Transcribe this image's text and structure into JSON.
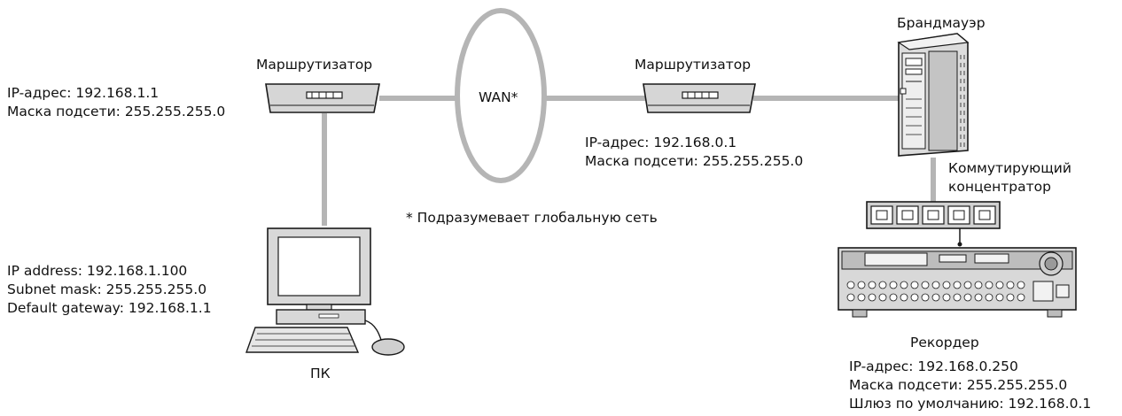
{
  "router_left": {
    "label": "Маршрутизатор",
    "ip": "IP-адрес: 192.168.1.1",
    "mask": "Маска подсети: 255.255.255.0"
  },
  "router_right": {
    "label": "Маршрутизатор",
    "ip": "IP-адрес: 192.168.0.1",
    "mask": "Маска подсети: 255.255.255.0"
  },
  "wan": {
    "label": "WAN*",
    "footnote": "* Подразумевает глобальную сеть"
  },
  "firewall": {
    "label": "Брандмауэр"
  },
  "hub": {
    "label_line1": "Коммутирующий",
    "label_line2": "концентратор"
  },
  "pc": {
    "label": "ПК",
    "ip": "IP address: 192.168.1.100",
    "mask": "Subnet mask: 255.255.255.0",
    "gateway": "Default gateway: 192.168.1.1"
  },
  "recorder": {
    "label": "Рекордер",
    "ip": "IP-адрес: 192.168.0.250",
    "mask": "Маска подсети: 255.255.255.0",
    "gateway": "Шлюз по умолчанию: 192.168.0.1"
  },
  "colors": {
    "connector": "#b5b5b5",
    "device_fill": "#d9d9d9",
    "outline": "#1a1a1a"
  }
}
